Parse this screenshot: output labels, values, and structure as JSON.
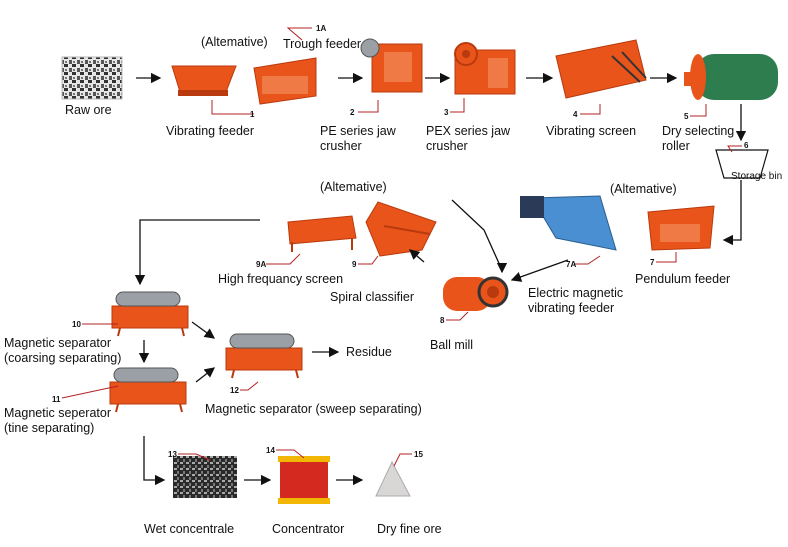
{
  "colors": {
    "machine": "#e8541a",
    "machine_dark": "#b93a0e",
    "steel": "#9aa0a6",
    "drum": "#2e7d4f",
    "blue": "#4a8fd1",
    "leader": "#b22222",
    "arrow": "#111111"
  },
  "labels": {
    "raw_ore": "Raw ore",
    "alt_top": "(Altemative)",
    "trough_feeder": "Trough feeder",
    "vibrating_feeder": "Vibrating feeder",
    "pe_crusher": "PE series jaw crusher",
    "pex_crusher": "PEX series jaw crusher",
    "vibrating_screen": "Vibrating screen",
    "dry_roller": "Dry selecting roller",
    "storage_bin": "Storage bin",
    "pendulum_feeder": "Pendulum feeder",
    "alt_right": "(Altemative)",
    "electric_feeder": "Electric magnetic vibrating feeder",
    "ball_mill": "Ball mill",
    "alt_mid": "(Altemative)",
    "spiral_classifier": "Spiral classifier",
    "hf_screen": "High frequancy screen",
    "mag10": "Magnetic separator (coarsing separating)",
    "mag11": "Magnetic seperator (tine separating)",
    "mag12": "Magnetic separator (sweep separating)",
    "residue": "Residue",
    "wet_conc": "Wet concentrale",
    "concentrator": "Concentrator",
    "dry_fine": "Dry fine ore"
  },
  "numbers": {
    "n1": "1",
    "n1a": "1A",
    "n2": "2",
    "n3": "3",
    "n4": "4",
    "n5": "5",
    "n6": "6",
    "n7": "7",
    "n7a": "7A",
    "n8": "8",
    "n9": "9",
    "n9a": "9A",
    "n10": "10",
    "n11": "11",
    "n12": "12",
    "n13": "13",
    "n14": "14",
    "n15": "15"
  }
}
